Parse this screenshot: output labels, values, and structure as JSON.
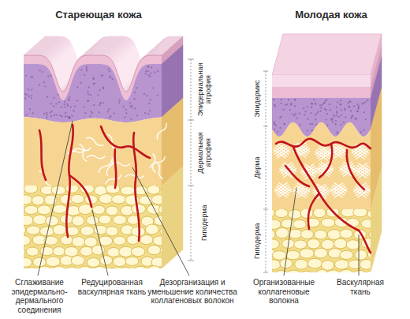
{
  "diagram": {
    "labels": [
      "Стареющая кожа",
      "Молодая кожа",
      "Эпидермальная атрофия",
      "Дермальная атрофия",
      "Гиподерма",
      "Эпидермис",
      "Дерма",
      "Гиподерма",
      "Сглаживание эпидермально-дермального соединения",
      "Редуцированная васкулярная ткань",
      "Дезорганизация и уменьшение количества коллагеновых волокон",
      "Организованные коллагеновые волокна",
      "Васкулярная ткань"
    ]
  }
}
